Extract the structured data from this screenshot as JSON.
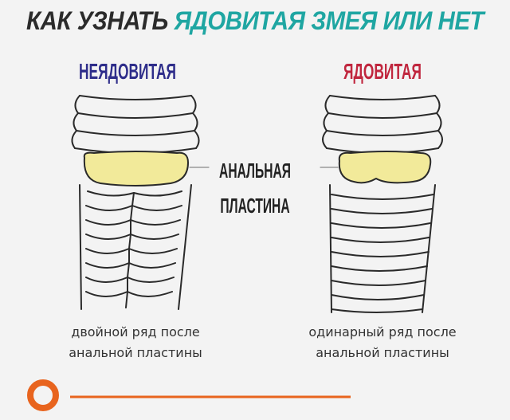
{
  "title": {
    "part1": "КАК УЗНАТЬ",
    "part2": "ЯДОВИТАЯ ЗМЕЯ ИЛИ НЕТ"
  },
  "left": {
    "heading": "НЕЯДОВИТАЯ",
    "caption_line1": "двойной ряд после",
    "caption_line2": "анальной пластины"
  },
  "right": {
    "heading": "ЯДОВИТАЯ",
    "caption_line1": "одинарный ряд после",
    "caption_line2": "анальной пластины"
  },
  "center": {
    "line1": "АНАЛЬНАЯ",
    "line2": "ПЛАСТИНА"
  },
  "colors": {
    "title_dark": "#2b2b2b",
    "title_teal": "#1fa6a2",
    "non_venomous": "#2e2d8a",
    "venomous": "#c0263e",
    "anal_plate": "#f2ea9a",
    "progress_orange": "#e8641e"
  }
}
